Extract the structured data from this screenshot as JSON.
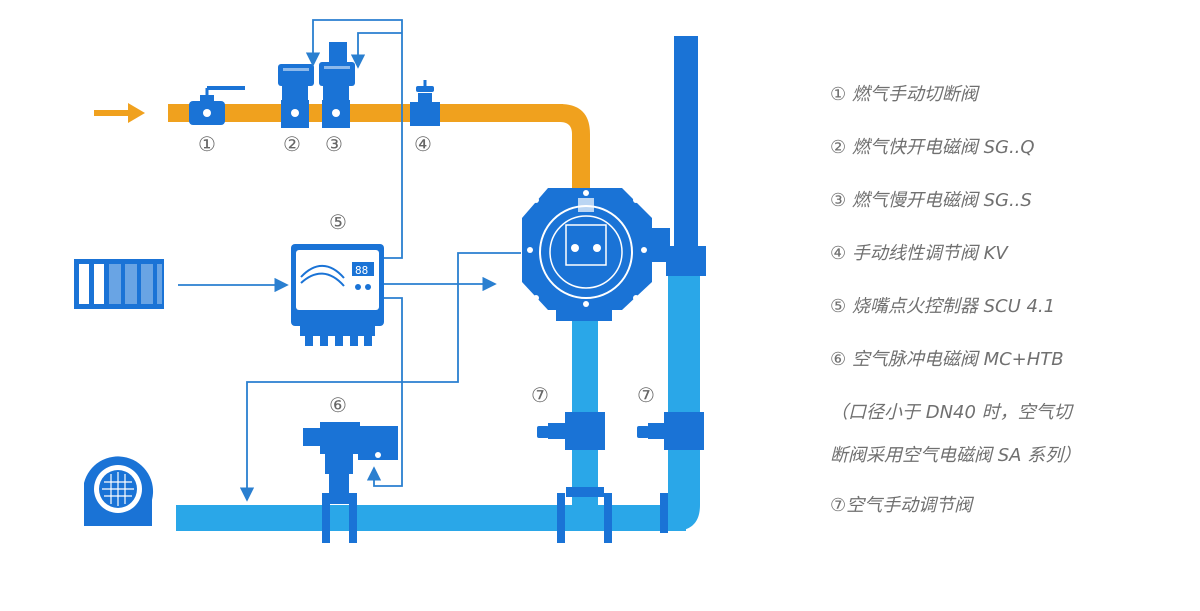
{
  "numbers": {
    "n1": "①",
    "n2": "②",
    "n3": "③",
    "n4": "④",
    "n5": "⑤",
    "n6": "⑥",
    "n7a": "⑦",
    "n7b": "⑦"
  },
  "legend": [
    "① 燃气手动切断阀",
    "② 燃气快开电磁阀 SG..Q",
    "③ 燃气慢开电磁阀 SG..S",
    "④ 手动线性调节阀 KV",
    "⑤ 烧嘴点火控制器 SCU 4.1",
    "⑥  空气脉冲电磁阀  MC+HTB",
    "（口径小于  DN40  时，空气切",
    "断阀采用空气电磁阀 SA 系列）",
    "⑦空气手动调节阀"
  ],
  "controller_display": "88",
  "colors": {
    "gas_pipe": "#f0a11e",
    "air_pipe": "#2aa7e8",
    "equipment": "#1a73d6",
    "signal_line": "#2a7fd0"
  }
}
